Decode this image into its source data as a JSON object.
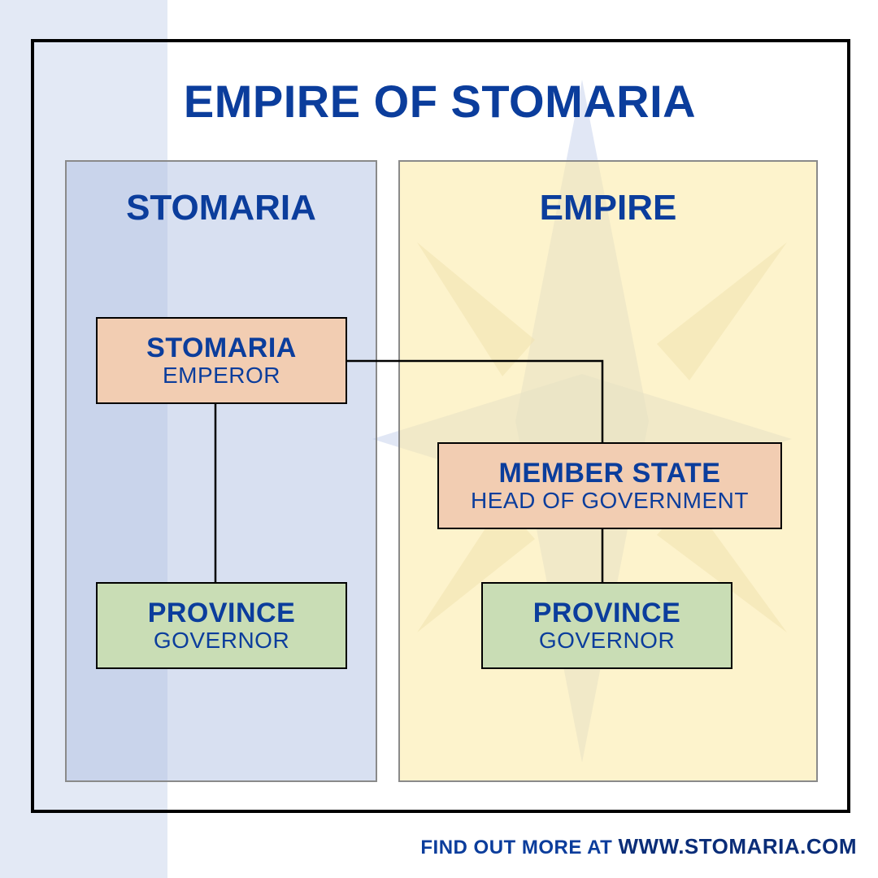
{
  "title": "EMPIRE OF STOMARIA",
  "panels": {
    "left": {
      "title": "STOMARIA"
    },
    "right": {
      "title": "EMPIRE"
    }
  },
  "nodes": {
    "stomaria_emperor": {
      "name": "STOMARIA",
      "role": "EMPEROR"
    },
    "member_state": {
      "name": "MEMBER STATE",
      "role": "HEAD OF GOVERNMENT"
    },
    "left_province": {
      "name": "PROVINCE",
      "role": "GOVERNOR"
    },
    "right_province": {
      "name": "PROVINCE",
      "role": "GOVERNOR"
    }
  },
  "edges": [
    {
      "from": "stomaria_emperor",
      "to": "left_province"
    },
    {
      "from": "stomaria_emperor",
      "to": "member_state"
    },
    {
      "from": "member_state",
      "to": "right_province"
    }
  ],
  "footer": {
    "prefix": "FIND OUT MORE AT",
    "url": "WWW.STOMARIA.COM"
  },
  "colors": {
    "text_blue": "#0b3d9c",
    "left_panel": "#c6d1ec",
    "right_panel": "#fdf0c0",
    "node_orange": "#f2cdb2",
    "node_green": "#c9ddb5"
  }
}
